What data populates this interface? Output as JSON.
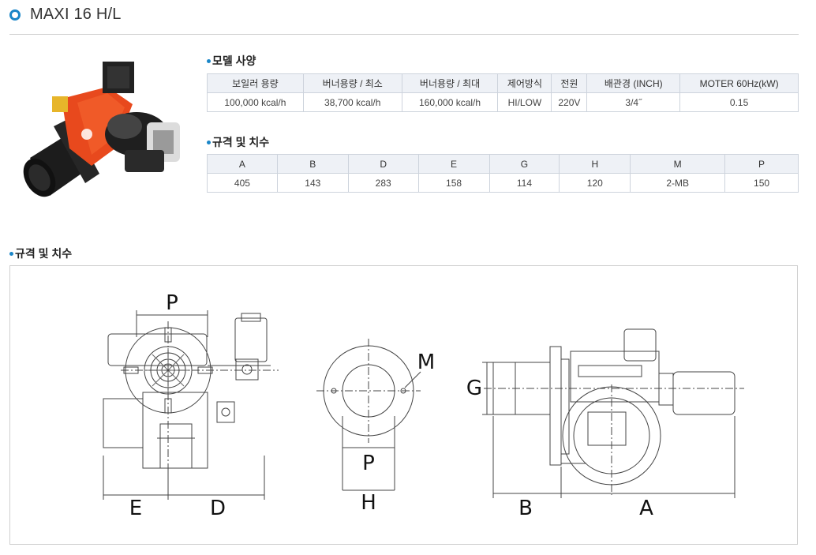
{
  "header": {
    "title": "MAXI 16 H/L"
  },
  "model_spec": {
    "title": "모델 사양",
    "columns": [
      "보일러 용량",
      "버너용량 / 최소",
      "버너용량 / 최대",
      "제어방식",
      "전원",
      "배관경 (INCH)",
      "MOTER 60Hz(kW)"
    ],
    "row": [
      "100,000 kcal/h",
      "38,700 kcal/h",
      "160,000 kcal/h",
      "HI/LOW",
      "220V",
      "3/4˝",
      "0.15"
    ]
  },
  "dimension_spec": {
    "title": "규격 및 치수",
    "columns": [
      "A",
      "B",
      "D",
      "E",
      "G",
      "H",
      "M",
      "P"
    ],
    "row": [
      "405",
      "143",
      "283",
      "158",
      "114",
      "120",
      "2-MB",
      "150"
    ]
  },
  "drawing": {
    "title": "규격 및 치수",
    "labels": {
      "p_front": "P",
      "e": "E",
      "d": "D",
      "m": "M",
      "p_flange": "P",
      "h": "H",
      "g": "G",
      "b": "B",
      "a": "A"
    }
  },
  "colors": {
    "accent": "#1a86c8",
    "table_header_bg": "#eef1f6",
    "burner_orange": "#e8491d"
  }
}
